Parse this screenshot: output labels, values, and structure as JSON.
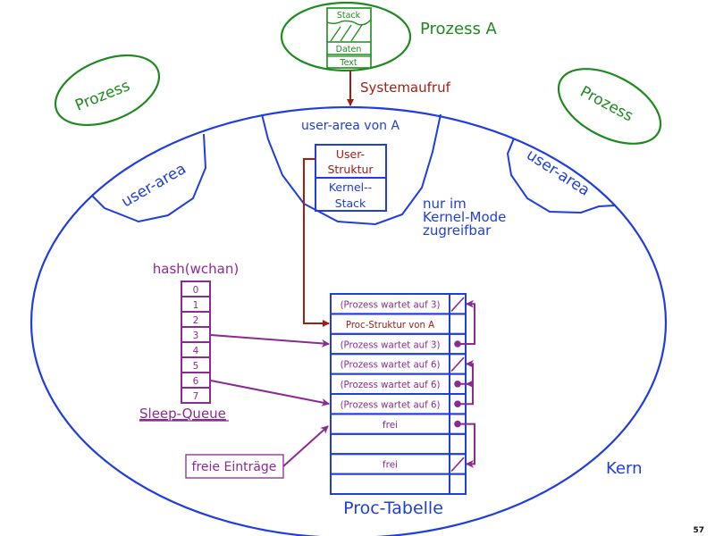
{
  "colors": {
    "process": "#1e8a1e",
    "kernel": "#1f3de0",
    "syscall": "#a01f12",
    "sleep": "#8b2a93"
  },
  "process_a": {
    "label": "Prozess A",
    "segments": [
      "Stack",
      "Daten",
      "Text"
    ]
  },
  "other_processes": [
    "Prozess",
    "Prozess"
  ],
  "syscall_label": "Systemaufruf",
  "user_areas": {
    "left": "user-area",
    "right": "user-area",
    "center": "user-area von A"
  },
  "ustruct_box": {
    "top": [
      "User-",
      "Struktur"
    ],
    "bottom": [
      "Kernel--",
      "Stack"
    ]
  },
  "kernel_mode_note": [
    "nur im",
    "Kernel-Mode",
    "zugreifbar"
  ],
  "hash": {
    "title": "hash(wchan)",
    "slots": [
      "0",
      "1",
      "2",
      "3",
      "4",
      "5",
      "6",
      "7"
    ],
    "caption": "Sleep-Queue"
  },
  "proc_table": {
    "caption": "Proc-Tabelle",
    "rows": [
      {
        "text": "(Prozess wartet auf 3)",
        "kind": "sleep",
        "ptr": "null"
      },
      {
        "text": "Proc-Struktur von A",
        "kind": "proc",
        "ptr": "none"
      },
      {
        "text": "(Prozess wartet auf 3)",
        "kind": "sleep",
        "ptr": "dot"
      },
      {
        "text": "(Prozess wartet auf 6)",
        "kind": "sleep",
        "ptr": "null"
      },
      {
        "text": "(Prozess wartet auf 6)",
        "kind": "sleep",
        "ptr": "dot"
      },
      {
        "text": "(Prozess wartet auf 6)",
        "kind": "sleep",
        "ptr": "dot"
      },
      {
        "text": "frei",
        "kind": "free",
        "ptr": "dot"
      },
      {
        "text": "",
        "kind": "empty",
        "ptr": "none"
      },
      {
        "text": "frei",
        "kind": "free",
        "ptr": "null"
      },
      {
        "text": "",
        "kind": "empty",
        "ptr": "none"
      }
    ]
  },
  "free_entries_label": "freie Einträge",
  "kernel_label": "Kern",
  "page_number": "57"
}
